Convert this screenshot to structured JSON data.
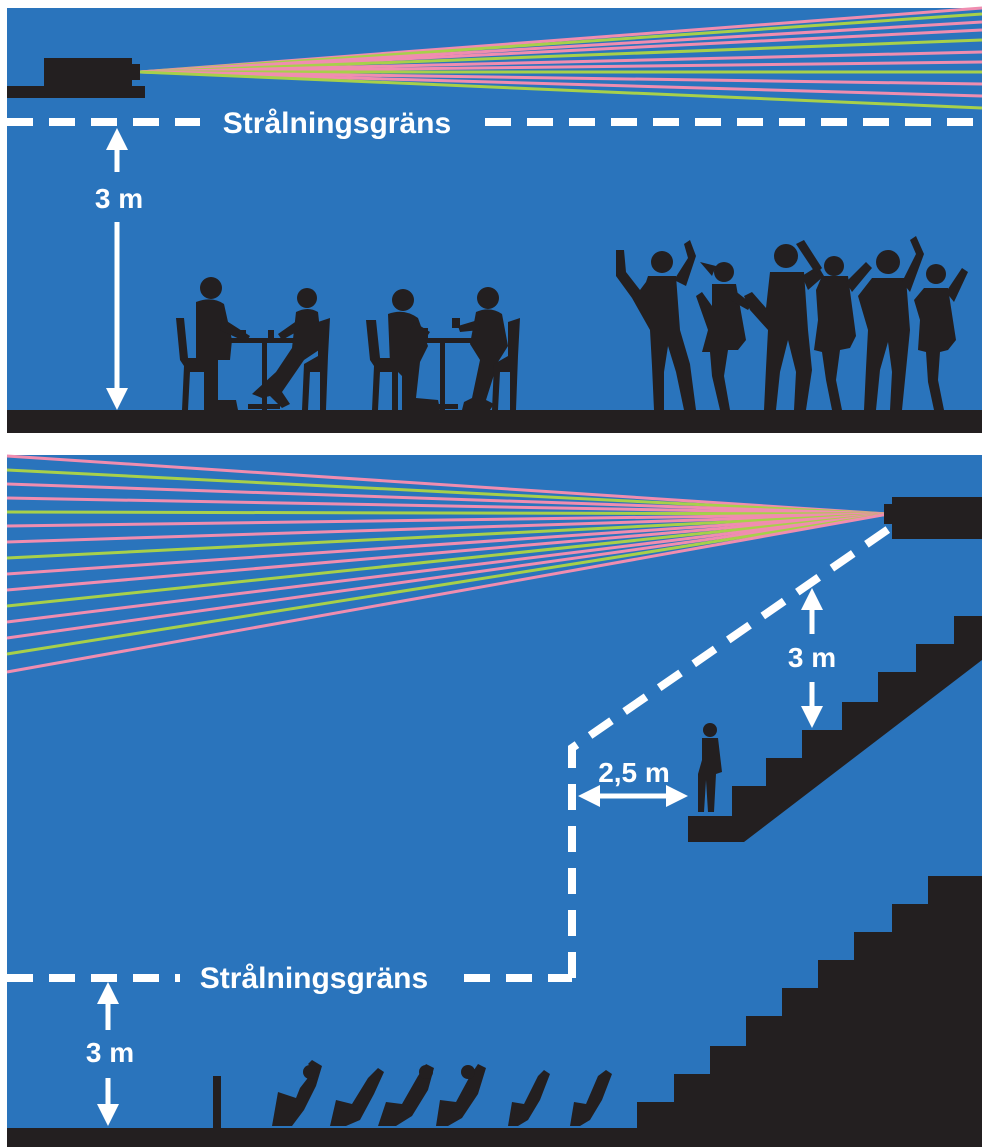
{
  "colors": {
    "background": "#2a74bc",
    "ground": "#231f20",
    "silhouette": "#231f20",
    "beam_pink": "#f08db0",
    "beam_green": "#a7d04a",
    "marking": "#ffffff"
  },
  "panels": [
    {
      "boundary_label": "Strålningsgräns",
      "height_label": "3 m"
    },
    {
      "boundary_label": "Strålningsgräns",
      "height_label": "3 m",
      "balcony_height_label": "3 m",
      "horizontal_label": "2,5 m"
    }
  ],
  "icons": {
    "projector": "laser-projector-icon",
    "people_seated": "seated-people-icon",
    "people_dancing": "dancing-crowd-icon",
    "standing_person": "standing-person-icon",
    "seat": "theatre-seat-icon"
  }
}
